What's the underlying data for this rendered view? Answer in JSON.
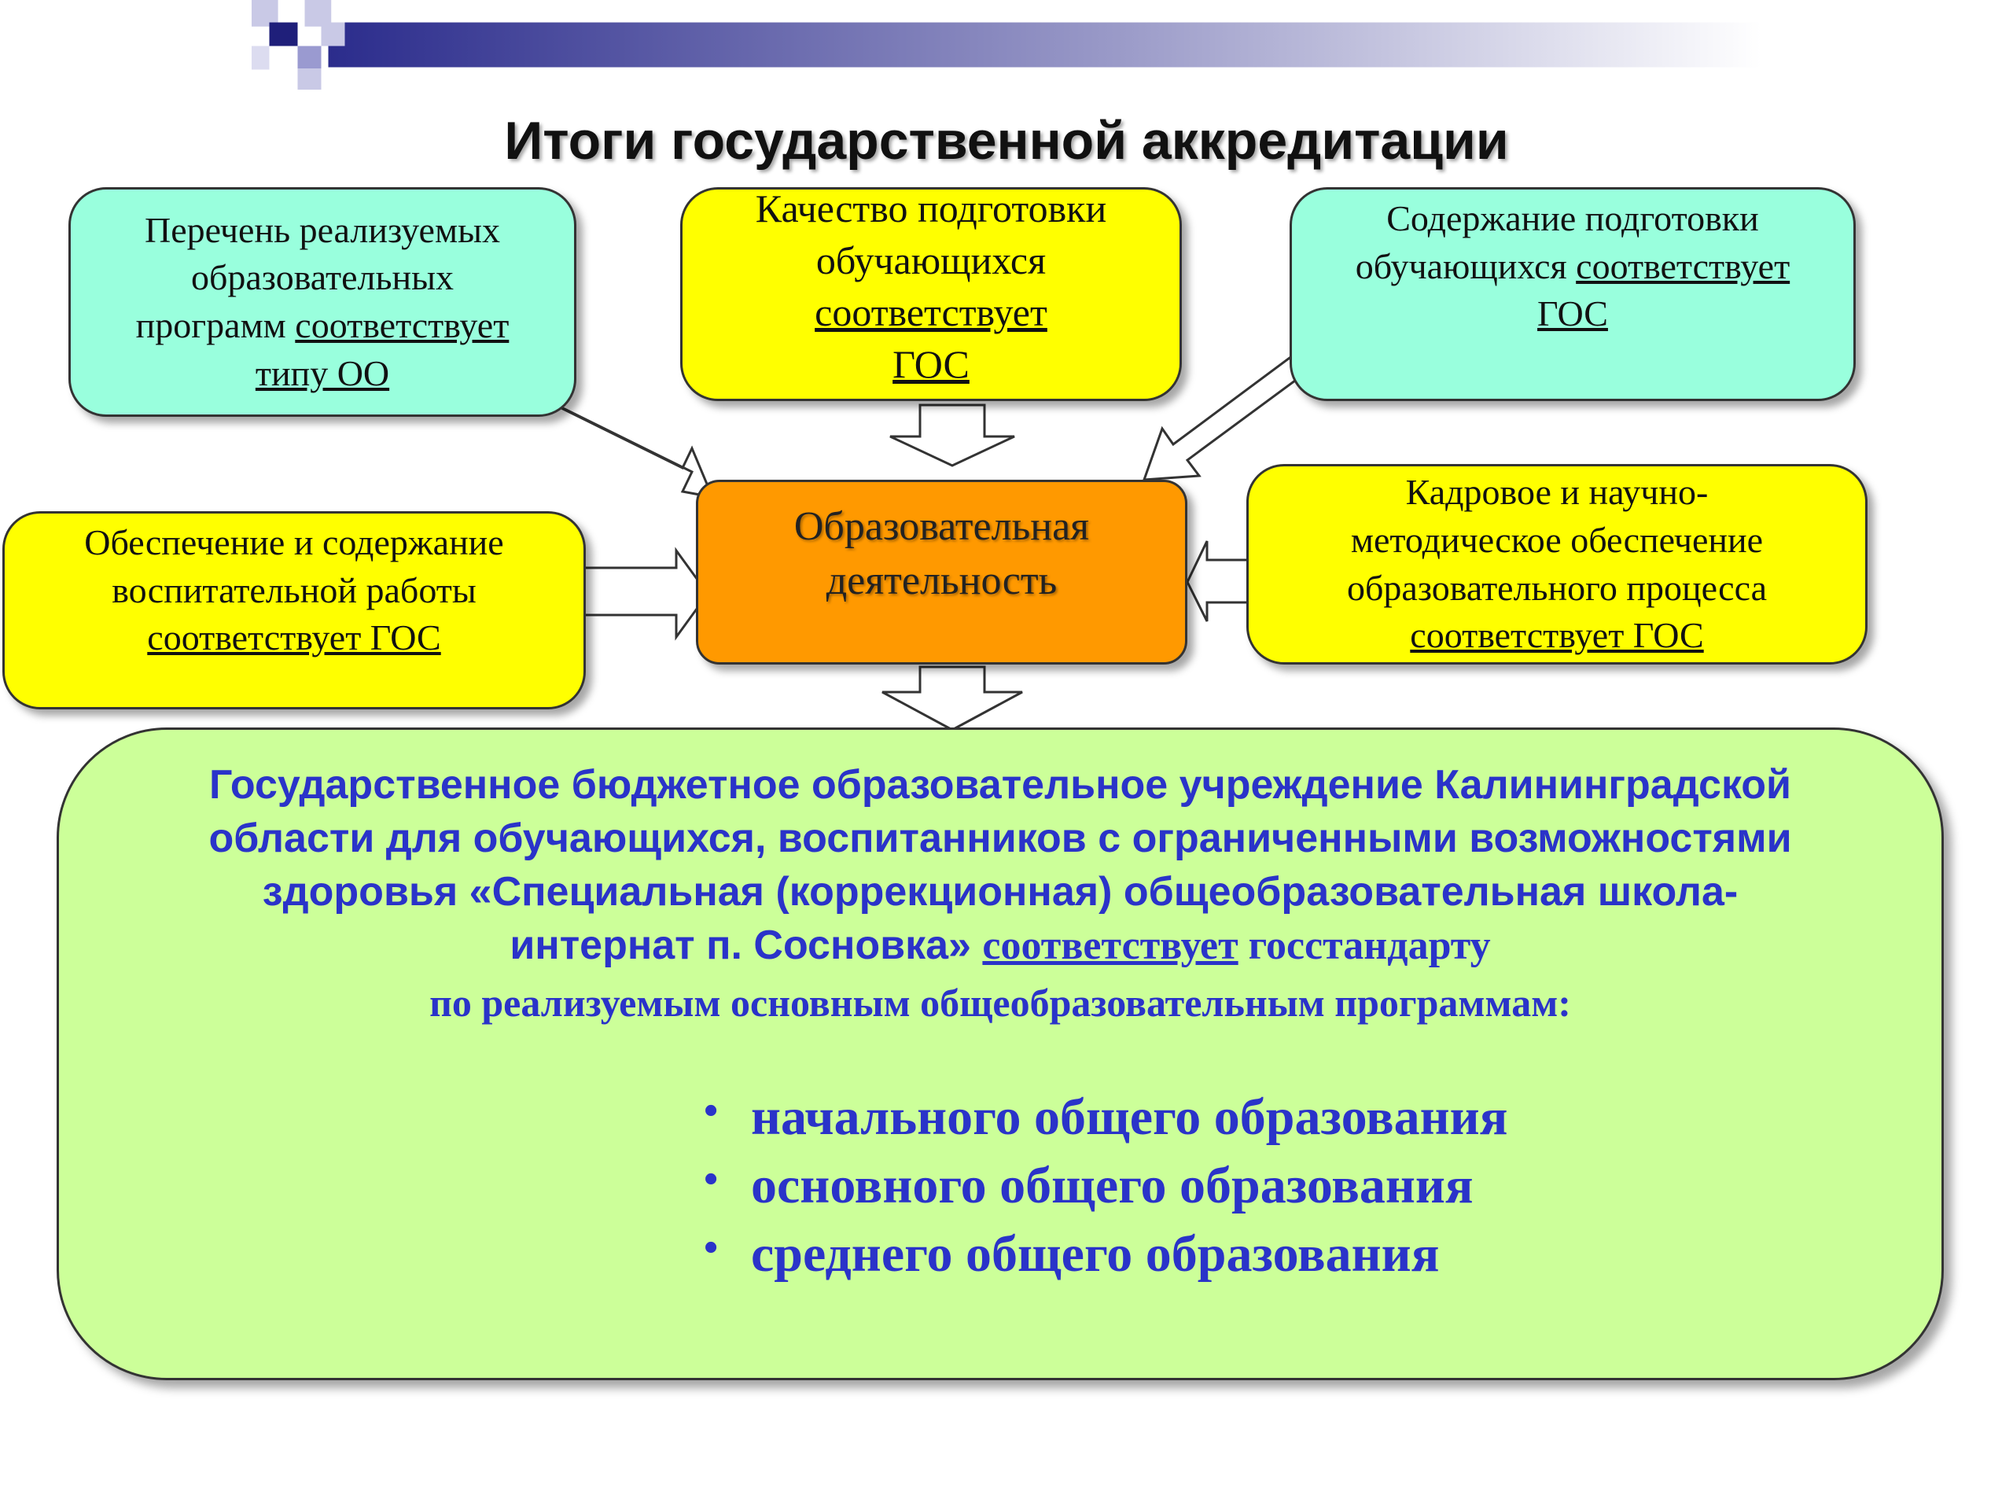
{
  "title": "Итоги государственной аккредитации",
  "colors": {
    "cyan_box": "#99ffdd",
    "yellow_box": "#ffff00",
    "center_box": "#ff9900",
    "main_box": "#ccff99",
    "main_text": "#2a33c9",
    "header_band": "#2b2c8c"
  },
  "boxes": {
    "programs": {
      "line1": "Перечень реализуемых",
      "line2": "образовательных",
      "line3_a": "программ ",
      "line3_b": "соответствует",
      "line4": "типу ОО"
    },
    "quality": {
      "line1": "Качество подготовки",
      "line2": "обучающихся",
      "line3": "соответствует",
      "line4": "ГОС"
    },
    "content": {
      "line1": "Содержание подготовки",
      "line2_a": "обучающихся ",
      "line2_b": "соответствует",
      "line3": "ГОС"
    },
    "education": {
      "line1": "Обеспечение и содержание",
      "line2": "воспитательной работы",
      "line3": "соответствует ГОС"
    },
    "staff": {
      "line1": "Кадровое и научно-",
      "line2": "методическое обеспечение",
      "line3": "образовательного процесса",
      "line4": "соответствует  ГОС"
    },
    "center": {
      "line1": "Образовательная",
      "line2": "деятельность"
    }
  },
  "main": {
    "line1": "Государственное бюджетное образовательное учреждение Калининградской",
    "line2": "области для обучающихся, воспитанников с ограниченными возможностями",
    "line3": "здоровья «Специальная (коррекционная) общеобразовательная школа-",
    "line4_a": "интернат  п. Сосновка» ",
    "line4_b": "соответствует",
    "line4_c": " госстандарту",
    "line5": "по реализуемым основным общеобразовательным программам:",
    "bullets": [
      "начального общего образования",
      "основного общего образования",
      "среднего общего образования"
    ],
    "bullet_symbol": "•"
  }
}
